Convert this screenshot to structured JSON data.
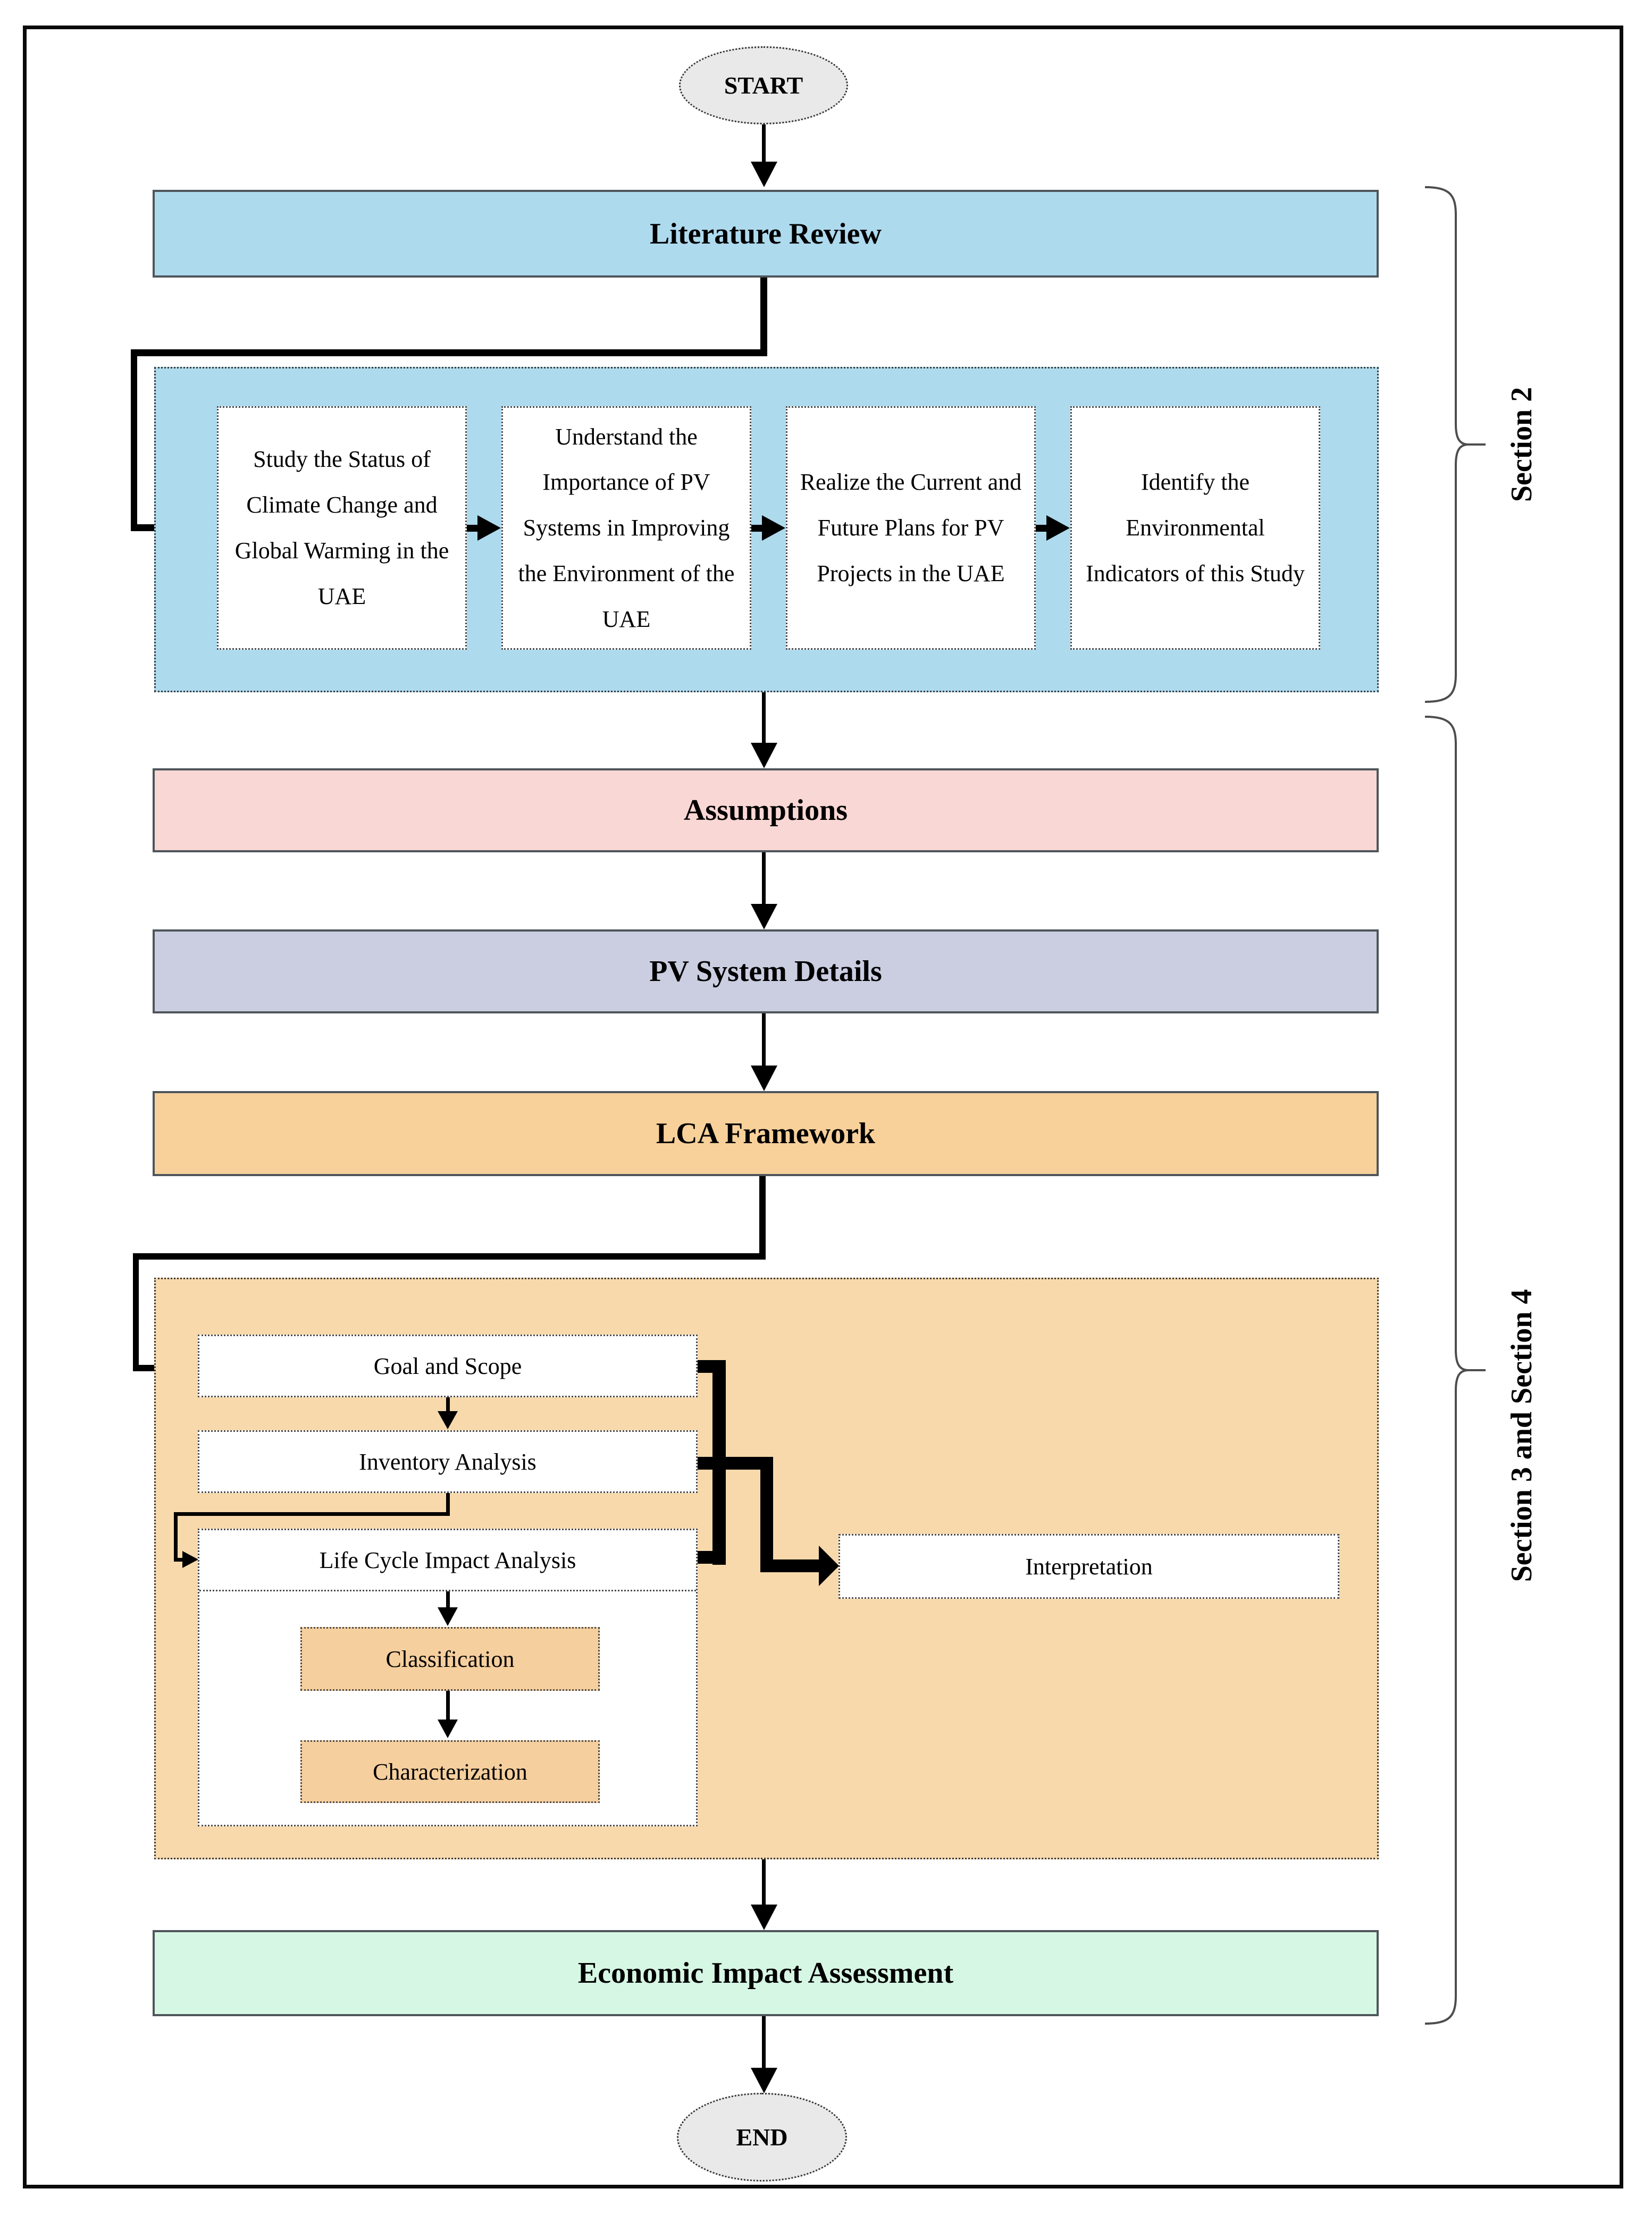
{
  "diagram": {
    "terminators": {
      "start": "START",
      "end": "END"
    },
    "bars": {
      "literature_review": "Literature Review",
      "assumptions": "Assumptions",
      "pv_system_details": "PV System Details",
      "lca_framework": "LCA Framework",
      "economic_impact_assessment": "Economic Impact Assessment"
    },
    "literature_steps": [
      "Study the Status of Climate Change and Global Warming in the UAE",
      "Understand the Importance of PV Systems in Improving the Environment of the UAE",
      "Realize the Current and Future Plans for PV Projects in the UAE",
      "Identify the Environmental Indicators of this Study"
    ],
    "lca": {
      "goal_and_scope": "Goal and Scope",
      "inventory_analysis": "Inventory Analysis",
      "life_cycle_impact_analysis": "Life Cycle Impact Analysis",
      "classification": "Classification",
      "characterization": "Characterization",
      "interpretation": "Interpretation"
    },
    "sections": {
      "section_2": "Section 2",
      "sections_3_and_4": "Section 3 and Section 4"
    },
    "colors": {
      "light_blue": "#AEDAEE",
      "pink": "#F8D7D4",
      "lavender": "#CBCEE1",
      "orange_bar": "#F8D09A",
      "orange_container": "#F7D9AC",
      "orange_inner_box": "#F6CF9E",
      "mint_green": "#D6F7E4",
      "terminator_gray": "#E9E9E9",
      "bar_border_gray": "#4E555B"
    }
  }
}
